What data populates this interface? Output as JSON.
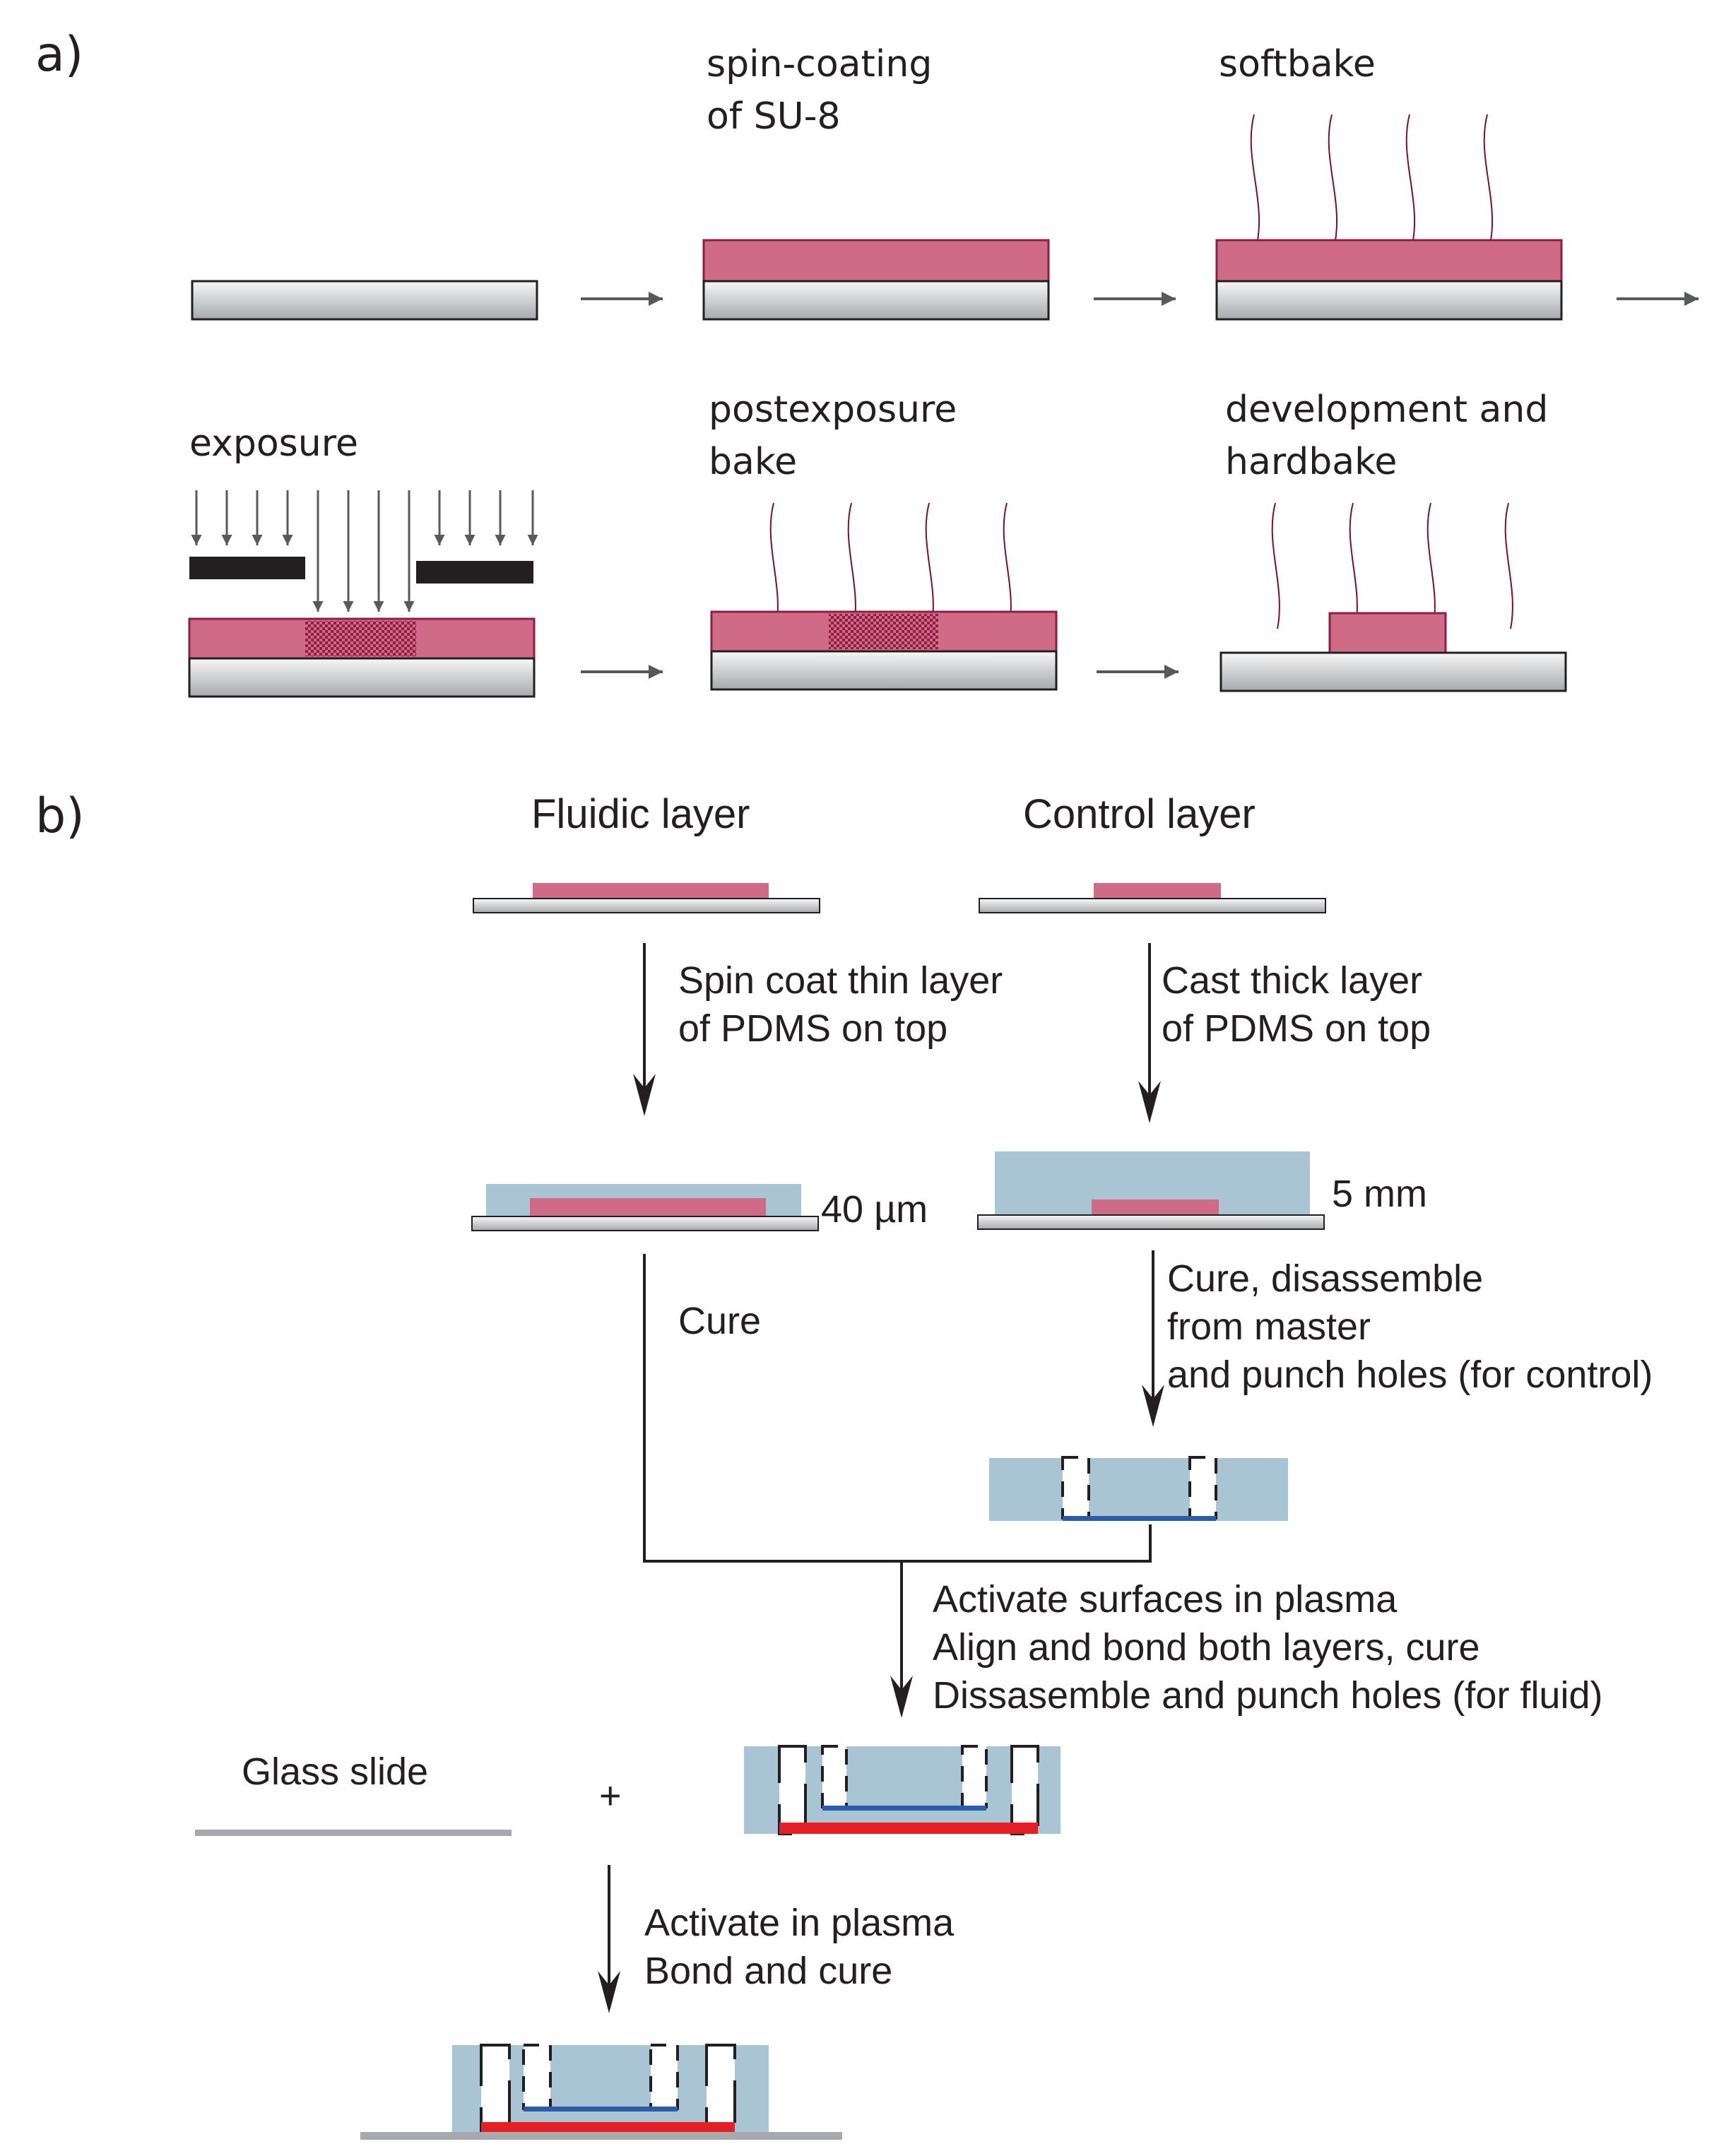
{
  "figure": {
    "panel_a": {
      "label": "a)",
      "steps": [
        {
          "id": "substrate",
          "lines": []
        },
        {
          "id": "spin-coating",
          "lines": [
            "spin-coating",
            "of SU-8"
          ]
        },
        {
          "id": "softbake",
          "lines": [
            "softbake"
          ]
        },
        {
          "id": "exposure",
          "lines": [
            "exposure"
          ]
        },
        {
          "id": "postexposure-bake",
          "lines": [
            "postexposure",
            "bake"
          ]
        },
        {
          "id": "development-hardbake",
          "lines": [
            "development and",
            "hardbake"
          ]
        }
      ]
    },
    "panel_b": {
      "label": "b)",
      "fluidic_title": "Fluidic layer",
      "control_title": "Control layer",
      "fluidic_step1": [
        "Spin coat thin layer",
        "of PDMS on top"
      ],
      "control_step1": [
        "Cast thick layer",
        "of PDMS on top"
      ],
      "fluidic_thickness": "40 µm",
      "control_thickness": "5 mm",
      "fluidic_step2": "Cure",
      "control_step2": [
        "Cure, disassemble",
        "from master",
        "and punch holes (for control)"
      ],
      "merge_step": [
        "Activate surfaces in plasma",
        "Align and bond both layers, cure",
        "Dissasemble and punch holes (for fluid)"
      ],
      "glass_slide": "Glass slide",
      "plus": "+",
      "final_step": [
        "Activate in plasma",
        "Bond and cure"
      ]
    },
    "colors": {
      "su8": "#cf6b87",
      "su8_edge": "#8e1e45",
      "pdms": "#a9c4d2",
      "control_channel": "#2a5caa",
      "fluid_channel": "#e61f26",
      "glass": "#a7a9ac",
      "heat_wave": "#7a1030",
      "mask": "#231f20",
      "arrow": "#58595b",
      "text": "#231f20"
    }
  }
}
